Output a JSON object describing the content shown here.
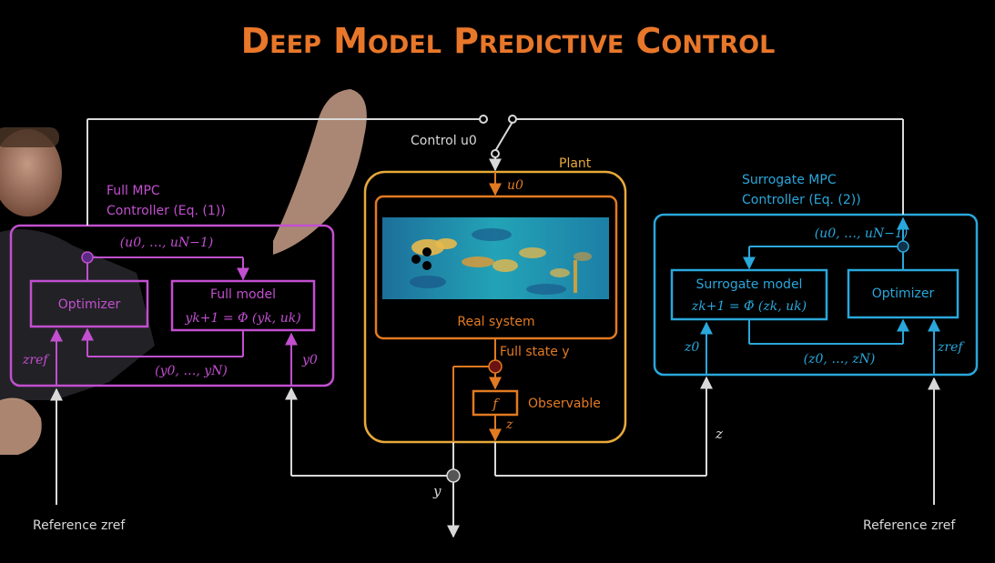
{
  "title": "Deep Model Predictive Control",
  "colors": {
    "background": "#000000",
    "title": "#e8772a",
    "full_mpc": "#c24fd0",
    "plant": "#e7a93b",
    "plant_inner": "#e27a22",
    "surrogate": "#2aa7db",
    "signal": "#d9d9d9"
  },
  "full_mpc": {
    "title_line1": "Full MPC",
    "title_line2": "Controller (Eq. (1))",
    "optimizer": "Optimizer",
    "model_line1": "Full model",
    "model_line2": "yk+1 = Φ (yk, uk)",
    "control_sequence": "(u0, …, uN−1)",
    "state_sequence": "(y0, …, yN)",
    "reference_input": "zref",
    "state_input": "y0"
  },
  "plant": {
    "title": "Plant",
    "control_input": "u0",
    "system_label": "Real system",
    "full_state_label": "Full state y",
    "observable_label": "Observable",
    "observable_fn": "f",
    "observable_output": "z"
  },
  "surrogate_mpc": {
    "title_line1": "Surrogate MPC",
    "title_line2": "Controller (Eq. (2))",
    "model_line1": "Surrogate model",
    "model_line2": "zk+1 = Φ̄ (zk, uk)",
    "optimizer": "Optimizer",
    "control_sequence": "(u0, …, uN−1)",
    "state_sequence": "(z0, …, zN)",
    "reference_input": "zref",
    "state_input": "z0"
  },
  "switch_label": "Control u0",
  "signals": {
    "y": "y",
    "z": "z"
  },
  "references": {
    "left": "Reference zref",
    "right": "Reference zref"
  }
}
